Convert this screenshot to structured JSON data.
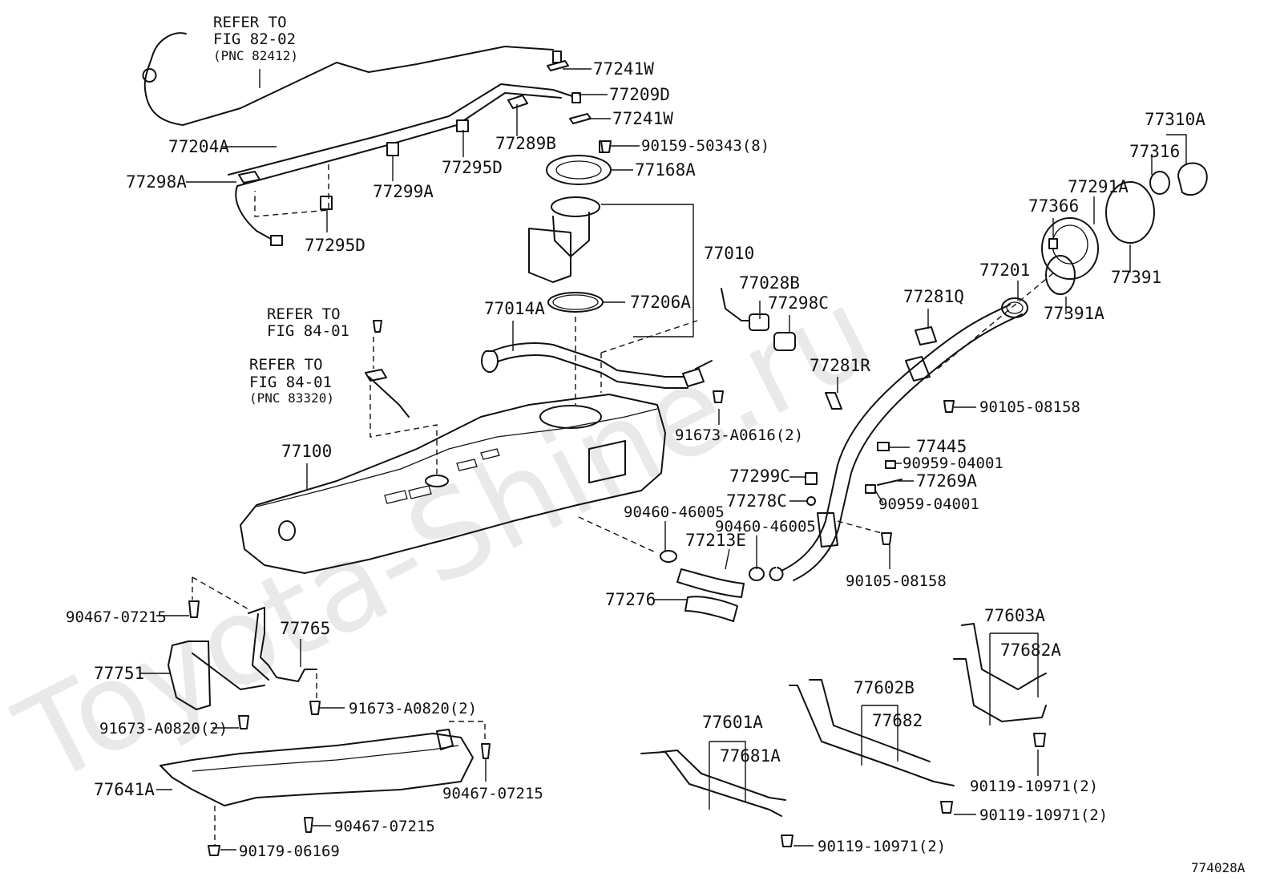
{
  "diagram": {
    "watermark": "Toyota-Shine.ru",
    "figure_id": "774028A",
    "refer_notes": {
      "fig_82_02": [
        "REFER TO",
        "FIG 82-02",
        "(PNC 82412)"
      ],
      "fig_84_01_a": [
        "REFER TO",
        "FIG 84-01"
      ],
      "fig_84_01_b": [
        "REFER TO",
        "FIG 84-01",
        "(PNC 83320)"
      ]
    },
    "callouts": [
      "77241W",
      "77209D",
      "77241W",
      "77289B",
      "90159-50343(8)",
      "77168A",
      "77204A",
      "77298A",
      "77299A",
      "77295D",
      "77295D",
      "77010",
      "77206A",
      "77014A",
      "77028B",
      "77298C",
      "77281Q",
      "77281R",
      "77201",
      "77366",
      "77291A",
      "77316",
      "77310A",
      "77391",
      "77391A",
      "90105-08158",
      "91673-A0616(2)",
      "77100",
      "77445",
      "90959-04001",
      "77299C",
      "77269A",
      "77278C",
      "90959-04001",
      "90460-46005",
      "90460-46005",
      "77213E",
      "90105-08158",
      "77276",
      "90467-07215",
      "77765",
      "77751",
      "91673-A0820(2)",
      "91673-A0820(2)",
      "77641A",
      "90467-07215",
      "90467-07215",
      "90179-06169",
      "77603A",
      "77682A",
      "77602B",
      "77682",
      "77601A",
      "77681A",
      "90119-10971(2)",
      "90119-10971(2)",
      "90119-10971(2)"
    ]
  }
}
